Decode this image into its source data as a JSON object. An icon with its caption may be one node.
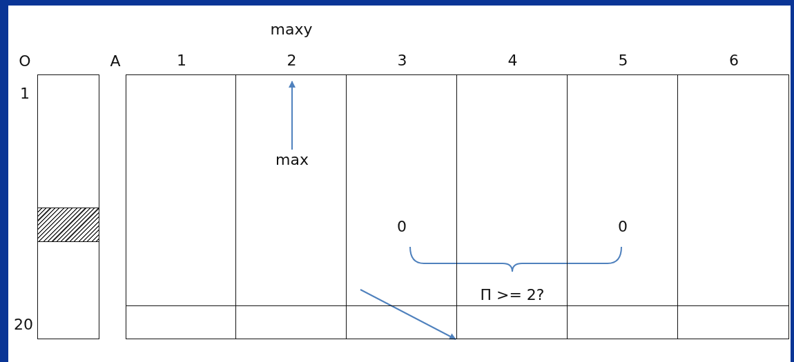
{
  "diagram": {
    "nodes": [
      {
        "text": [],
        "shape": "bar"
      },
      {
        "text": [
          "1"
        ]
      },
      {
        "text": [
          "2"
        ]
      },
      {
        "text": [
          "3"
        ]
      },
      {
        "text": [
          "4"
        ]
      },
      {
        "text": [
          "5"
        ]
      },
      {
        "text": [
          "6"
        ]
      },
      {
        "text": [
          "max"
        ],
        "in": 2
      }
    ],
    "edges": [
      {
        "from": 7,
        "to": 2,
        "arrow": "to"
      }
    ],
    "labels": [
      "maxy",
      "O",
      "A",
      "1",
      "20",
      "0",
      "0",
      "П >= 2?"
    ]
  }
}
